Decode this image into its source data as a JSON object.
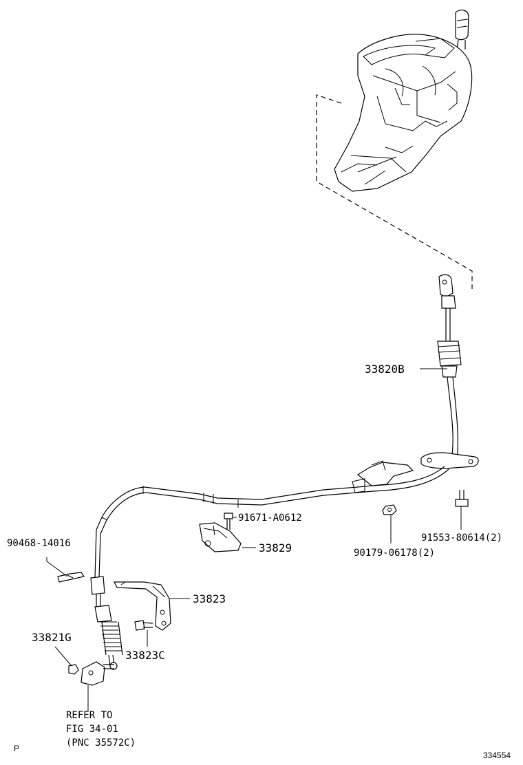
{
  "labels": {
    "cable_assy": "33820B",
    "bolt_91671": "91671-A0612",
    "bracket_33829": "33829",
    "nut_90179": "90179-06178(2)",
    "bolt_91553": "91553-80614(2)",
    "clip_90468": "90468-14016",
    "bracket_33823": "33823",
    "bolt_33823c": "33823C",
    "nut_33821g": "33821G",
    "refer_line1": "REFER TO",
    "refer_line2": "FIG 34-01",
    "refer_line3": "(PNC 35572C)",
    "corner_p": "P",
    "figure_number": "334554"
  }
}
